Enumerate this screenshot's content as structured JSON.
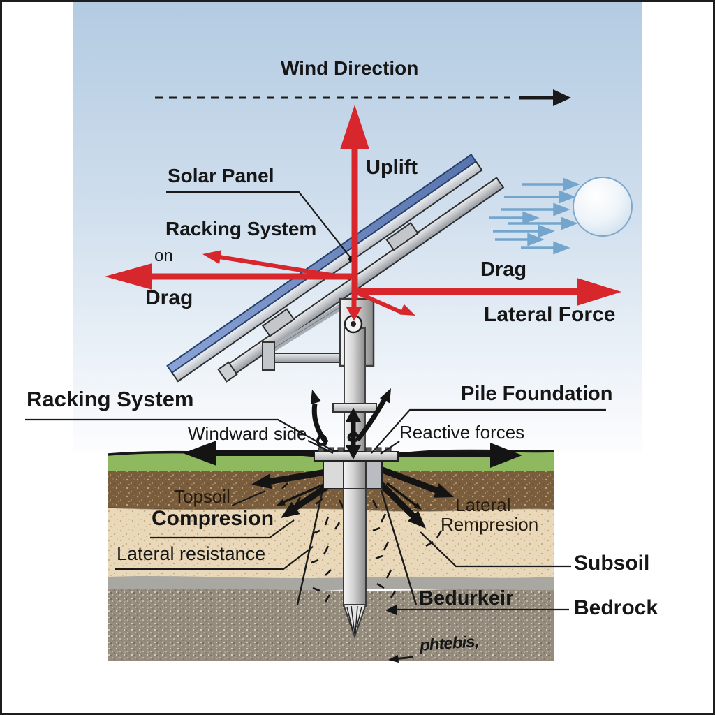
{
  "title": "Wind Direction",
  "labels": {
    "wind_direction": "Wind Direction",
    "uplift": "Uplift",
    "solar_panel": "Solar Panel",
    "racking_system_top": "Racking System",
    "on_fragment": "on",
    "drag_left": "Drag",
    "drag_right": "Drag",
    "lateral_force": "Lateral Force",
    "racking_system_bottom": "Racking System",
    "windward_side": "Windward side",
    "pile_foundation": "Pile Foundation",
    "reactive_forces": "Reactive forces",
    "topsoil": "Topsoil",
    "compression": "Compresion",
    "lateral_resistance": "Lateral resistance",
    "lateral_rempresion_line1": "Lateral",
    "lateral_rempresion_line2": "Rempresion",
    "subsoil": "Subsoil",
    "bedrock_garbled": "Bedurkeir",
    "bedrock": "Bedrock",
    "scribble": "phtebis,"
  },
  "colors": {
    "sky_blue": "#b5cce3",
    "force_arrow_red": "#d7262c",
    "structure_arrow_black": "#141414",
    "wind_arrow_blue": "#73a5cd",
    "grass_green": "#8eb95f",
    "topsoil_brown": "#7a5d3c",
    "subsoil_tan": "#e8d7b8",
    "bedrock_gray": "#958c7e",
    "panel_face_blue": "#6f8fc7"
  }
}
